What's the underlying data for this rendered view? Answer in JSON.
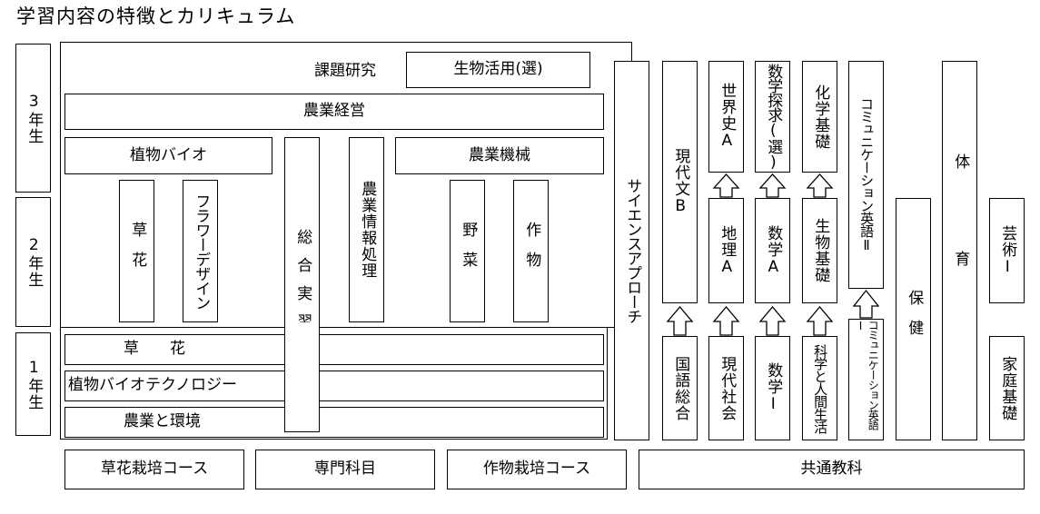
{
  "title": "学習内容の特徴とカリキュラム",
  "grades": {
    "g3": "3年生",
    "g2": "2年生",
    "g1": "1年生"
  },
  "senmon": {
    "kadai_kenkyu": "課題研究",
    "seibutsu_katsuyo": "生物活用(選)",
    "nogyo_keiei": "農業経営",
    "shokubutsu_bio": "植物バイオ",
    "nogyo_kikai": "農業機械",
    "sougou_jisshu": "総合実習",
    "nogyo_joho": "農業情報処理",
    "kusabana_2": "草花",
    "flower_design": "フラワーデザイン",
    "yasai": "野菜",
    "sakumotsu": "作物",
    "kusabana_1": "草　　花",
    "bio_tech": "植物バイオテクノロジー",
    "nogyo_kankyo": "農業と環境"
  },
  "kyotsu": {
    "science_approach": "サイエンスアプローチ",
    "gendaibun_b": "現代文B",
    "kokugo_sogo": "国語総合",
    "sekaishi_a": "世界史A",
    "chiri_a": "地理A",
    "gendai_shakai": "現代社会",
    "sugaku_tankyu": "数学探求(選)",
    "sugaku_a": "数学A",
    "sugaku_1": "数学Ⅰ",
    "kagaku_kiso": "化学基礎",
    "seibutsu_kiso": "生物基礎",
    "kagaku_ningen": "科学と人間生活",
    "comm_eigo_2": "コミュニケーション英語Ⅱ",
    "comm_eigo_1": "コミュニケーション英語Ⅰ",
    "hoken": "保健",
    "taiiku": "体育",
    "geijutsu_1": "芸術Ⅰ",
    "katei_kiso": "家庭基礎"
  },
  "courses": {
    "kusabana_course": "草花栽培コース",
    "senmon_kamoku": "専門科目",
    "sakumotsu_course": "作物栽培コース",
    "kyotsu_kyoka": "共通教科"
  }
}
